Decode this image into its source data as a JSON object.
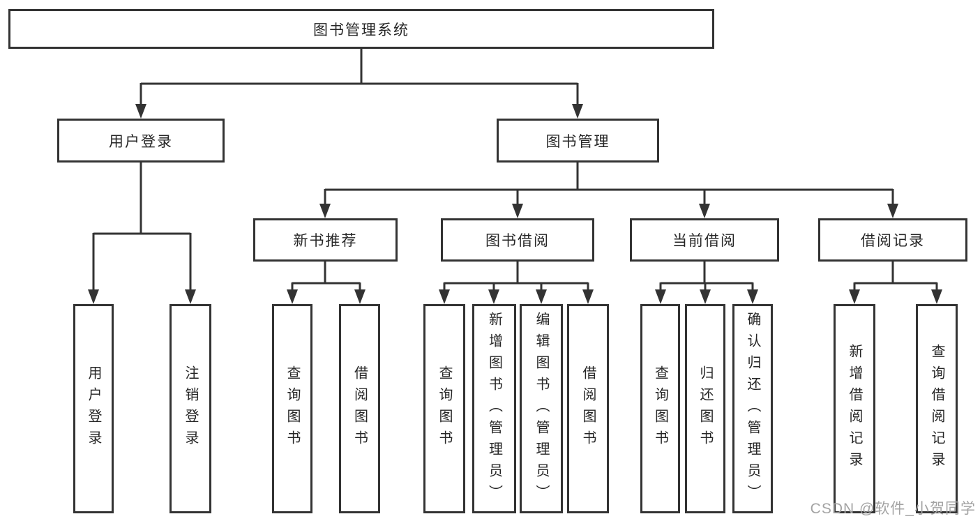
{
  "diagram": {
    "root": {
      "label": "图书管理系统"
    },
    "branches": [
      {
        "label": "用户登录",
        "children": [
          {
            "label": "用户登录"
          },
          {
            "label": "注销登录"
          }
        ]
      },
      {
        "label": "图书管理",
        "children": [
          {
            "label": "新书推荐",
            "children": [
              {
                "label": "查询图书"
              },
              {
                "label": "借阅图书"
              }
            ]
          },
          {
            "label": "图书借阅",
            "children": [
              {
                "label": "查询图书"
              },
              {
                "label": "新增图书（管理员）"
              },
              {
                "label": "编辑图书（管理员）"
              },
              {
                "label": "借阅图书"
              }
            ]
          },
          {
            "label": "当前借阅",
            "children": [
              {
                "label": "查询图书"
              },
              {
                "label": "归还图书"
              },
              {
                "label": "确认归还（管理员）"
              }
            ]
          },
          {
            "label": "借阅记录",
            "children": [
              {
                "label": "新增借阅记录"
              },
              {
                "label": "查询借阅记录"
              }
            ]
          }
        ]
      }
    ]
  },
  "watermark": {
    "text": "CSDN @软件_小贺同学"
  },
  "colors": {
    "line": "#333333",
    "box_border": "#333333",
    "box_fill": "#ffffff",
    "text": "#262626",
    "watermark": "#a3a3a3",
    "background": "#ffffff"
  }
}
